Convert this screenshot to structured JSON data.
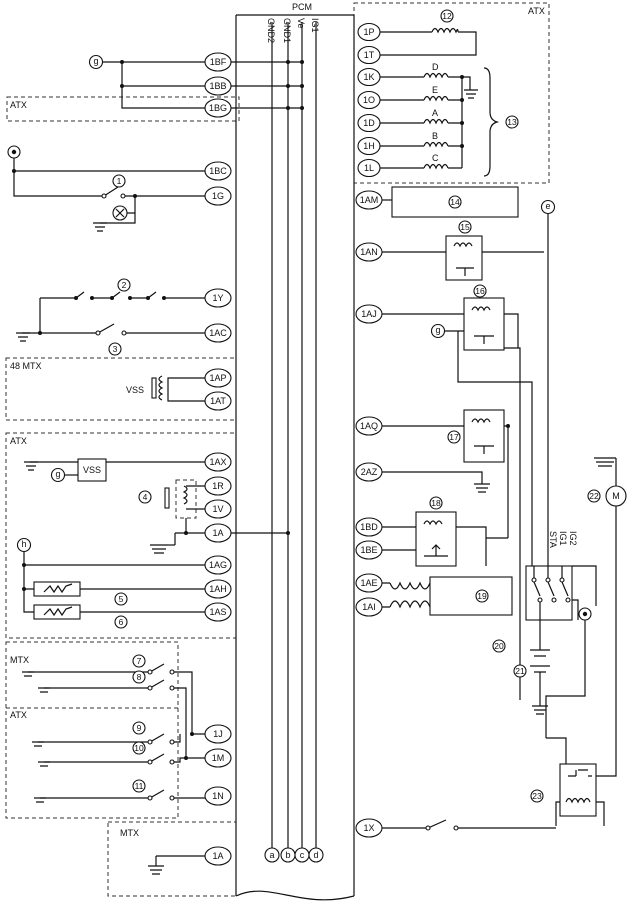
{
  "pcm": {
    "title": "PCM",
    "bus_labels": [
      "GND2",
      "GND1",
      "Ve",
      "IG1"
    ],
    "bus_terminals": [
      "a",
      "b",
      "c",
      "d"
    ],
    "left_pins": [
      "1BF",
      "1BB",
      "1BG",
      "1BC",
      "1G",
      "1Y",
      "1AC",
      "1AP",
      "1AT",
      "1AX",
      "1R",
      "1V",
      "1A",
      "1AG",
      "1AH",
      "1AS",
      "1J",
      "1M",
      "1N",
      "1A"
    ],
    "right_pins": [
      "1AM",
      "1AN",
      "1AJ",
      "1AQ",
      "2AZ",
      "1BD",
      "1BE",
      "1AE",
      "1AI",
      "1X"
    ]
  },
  "atx_block": {
    "label": "ATX",
    "pins": [
      "1P",
      "1T",
      "1K",
      "1O",
      "1D",
      "1H",
      "1L"
    ],
    "solenoid_letters": [
      "D",
      "E",
      "A",
      "B",
      "C"
    ]
  },
  "group_labels": [
    "ATX",
    "48 MTX",
    "ATX",
    "MTX",
    "ATX",
    "MTX"
  ],
  "component_labels": {
    "vss": "VSS",
    "relay_contacts": [
      "STA",
      "IG1",
      "IG2"
    ],
    "motor": "M"
  },
  "terminals": [
    "g",
    "g",
    "g",
    "h",
    "e"
  ],
  "callouts": [
    "1",
    "2",
    "3",
    "4",
    "5",
    "6",
    "7",
    "8",
    "9",
    "10",
    "11",
    "12",
    "13",
    "14",
    "15",
    "16",
    "17",
    "18",
    "19",
    "20",
    "21",
    "22",
    "23"
  ]
}
